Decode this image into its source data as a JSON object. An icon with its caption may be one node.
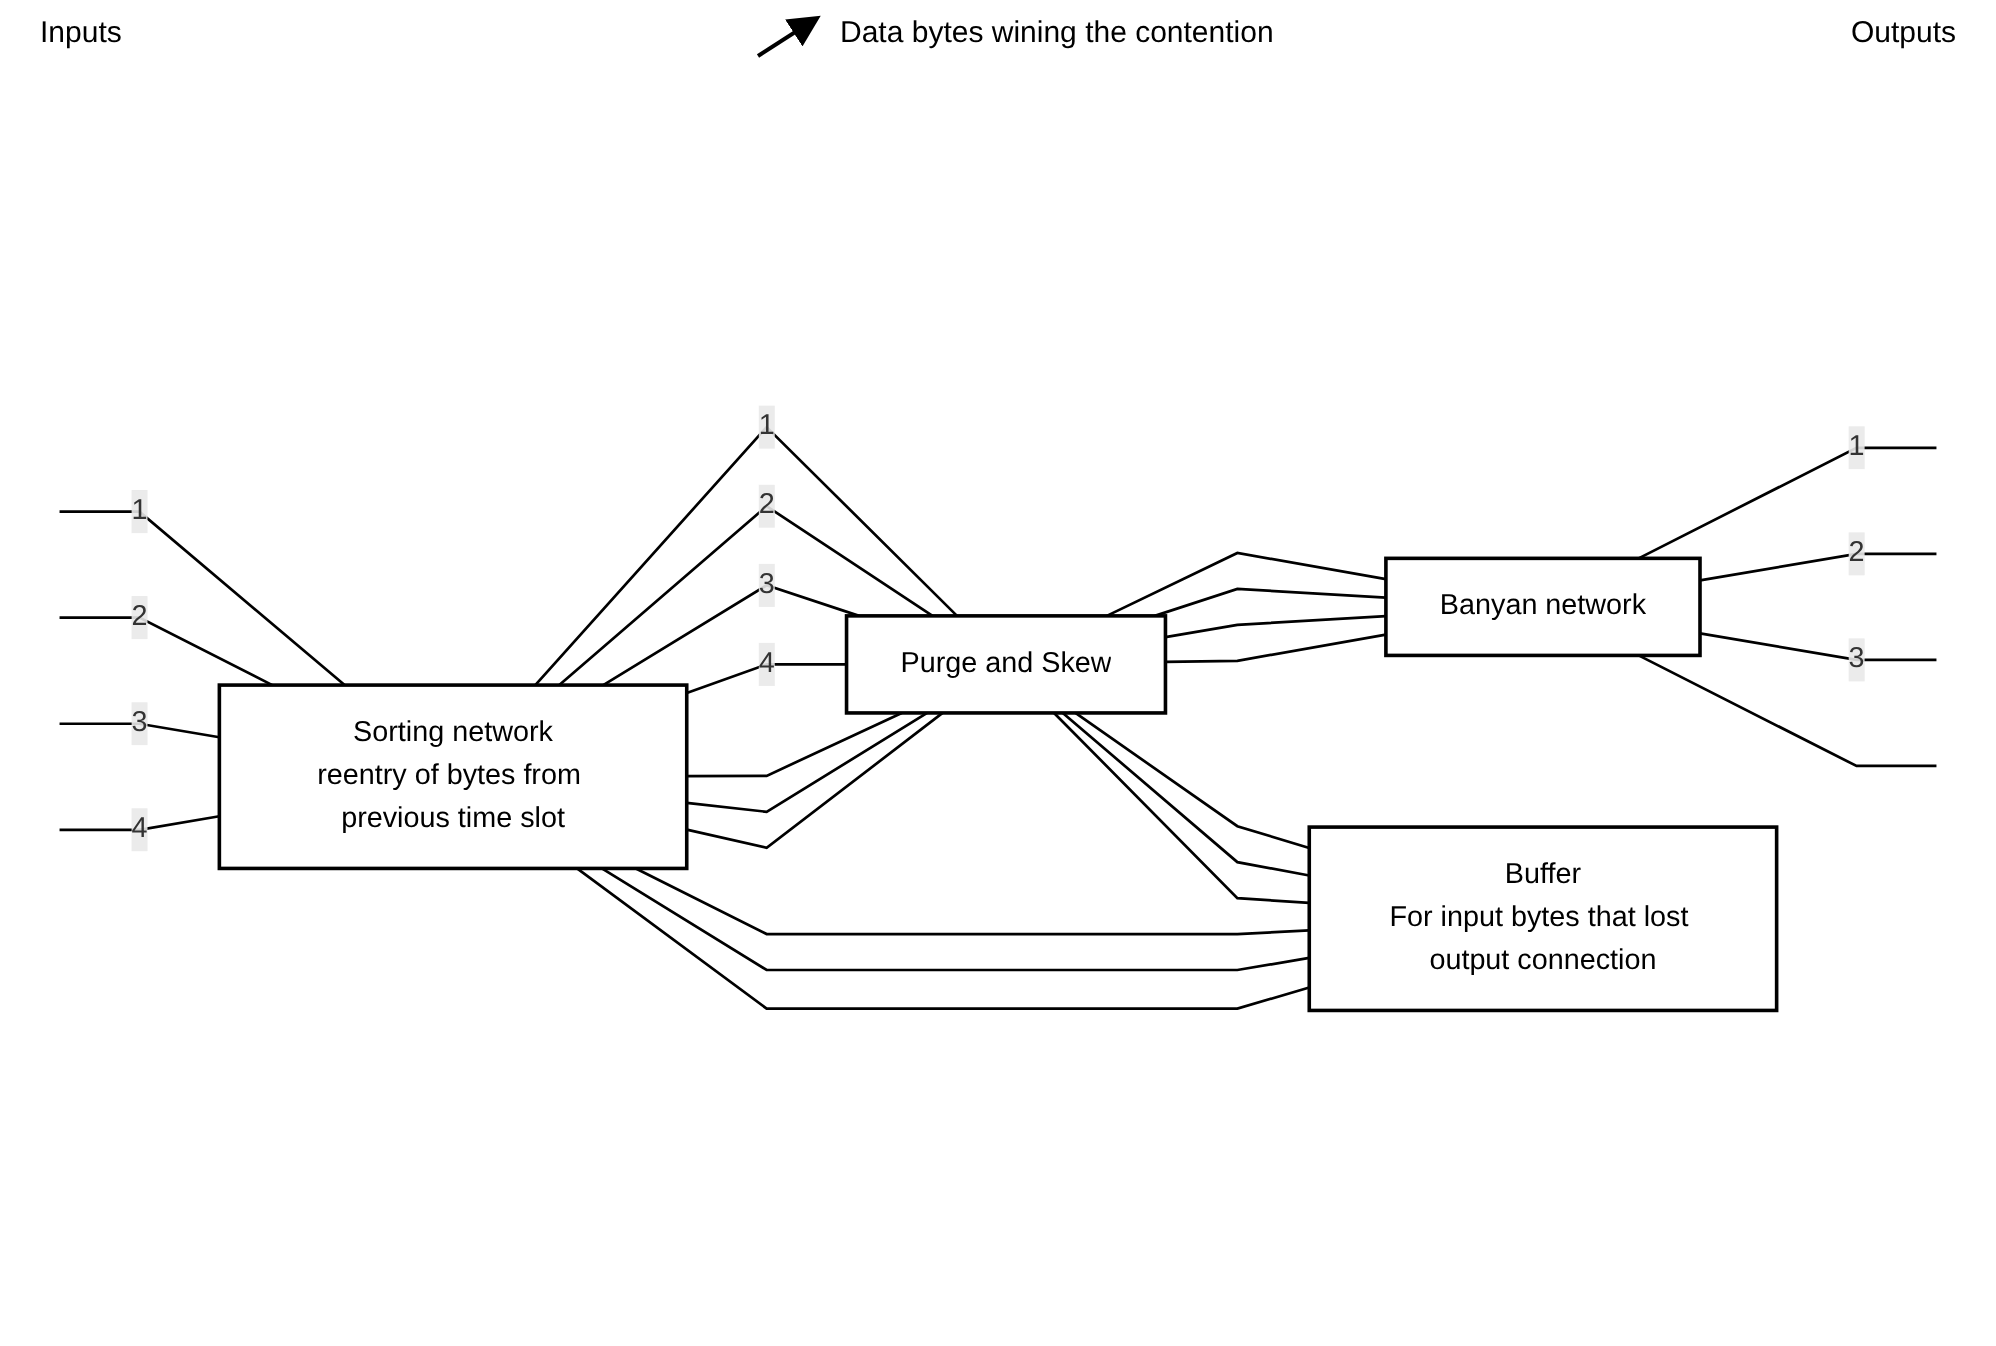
{
  "diagram": {
    "nodes": [
      {
        "text": [
          "Sorting network",
          "reentry of bytes from previous time slot"
        ]
      },
      {
        "text": [
          "Purge and Skew"
        ]
      },
      {
        "text": [
          "Buffer",
          "For input bytes that lost output connection"
        ]
      },
      {
        "text": [
          "Banyan network"
        ]
      }
    ],
    "edges": [
      {
        "from": null,
        "to": 0,
        "arrow": "none",
        "label": "1"
      },
      {
        "from": null,
        "to": 0,
        "arrow": "none",
        "label": "2"
      },
      {
        "from": null,
        "to": 0,
        "arrow": "none",
        "label": "3"
      },
      {
        "from": null,
        "to": 0,
        "arrow": "none",
        "label": "4"
      },
      {
        "from": 0,
        "to": 1,
        "arrow": "none",
        "label": "1"
      },
      {
        "from": 0,
        "to": 1,
        "arrow": "none",
        "label": "2"
      },
      {
        "from": 0,
        "to": 1,
        "arrow": "none",
        "label": "3"
      },
      {
        "from": 0,
        "to": 1,
        "arrow": "none",
        "label": "4"
      },
      {
        "from": 0,
        "to": 1,
        "arrow": "none"
      },
      {
        "from": 0,
        "to": 1,
        "arrow": "none"
      },
      {
        "from": 0,
        "to": 1,
        "arrow": "none"
      },
      {
        "from": 1,
        "to": 3,
        "arrow": "none"
      },
      {
        "from": 1,
        "to": 3,
        "arrow": "none"
      },
      {
        "from": 1,
        "to": 3,
        "arrow": "none"
      },
      {
        "from": 1,
        "to": 3,
        "arrow": "none"
      },
      {
        "from": 1,
        "to": 2,
        "arrow": "none"
      },
      {
        "from": 1,
        "to": 2,
        "arrow": "none"
      },
      {
        "from": 1,
        "to": 2,
        "arrow": "none"
      },
      {
        "from": 2,
        "to": 0,
        "arrow": "none"
      },
      {
        "from": 2,
        "to": 0,
        "arrow": "none"
      },
      {
        "from": 2,
        "to": 0,
        "arrow": "none"
      },
      {
        "from": 3,
        "to": null,
        "arrow": "none",
        "label": "1"
      },
      {
        "from": 3,
        "to": null,
        "arrow": "none",
        "label": "2"
      },
      {
        "from": 3,
        "to": null,
        "arrow": "none",
        "label": "3"
      },
      {
        "from": 3,
        "to": null,
        "arrow": "none"
      }
    ],
    "labels": [
      "Inputs",
      "Data bytes wining the contention",
      "Outputs"
    ]
  }
}
